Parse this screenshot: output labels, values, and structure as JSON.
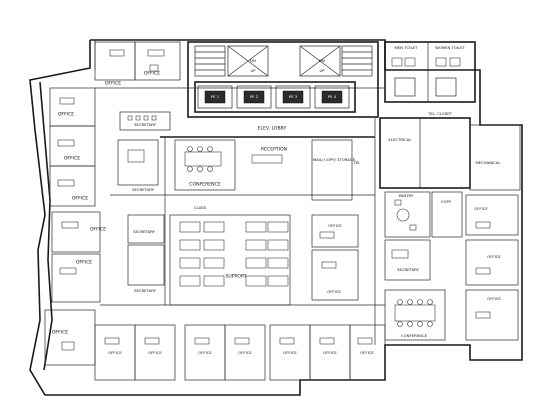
{
  "labels": {
    "office": "OFFICE",
    "secretary": "SECRETARY",
    "conference": "CONFERENCE",
    "reception": "RECEPTION",
    "elev_lobby": "ELEV. LOBBY",
    "mail_copy_storage": "MAIL/ COPY/ STORAGE",
    "electrical": "ELECTRICAL",
    "tel_closet": "TEL. CLOSET",
    "tel": "TEL",
    "mechanical": "MECHANICAL",
    "pantry": "PANTRY",
    "copy": "COPY",
    "support": "SUPPORT",
    "class": "CLASS",
    "men_toilet": "MEN TOILET",
    "women_toilet": "WOMEN TOILET",
    "pe1": "PE 1",
    "pe2": "PE 2",
    "pe3": "PE 3",
    "pe4": "PE 4",
    "up": "UP",
    "dn": "DN"
  }
}
